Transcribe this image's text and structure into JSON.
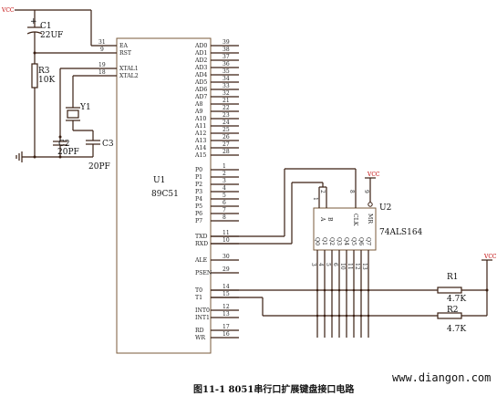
{
  "vcc_label": "VCC",
  "u1": {
    "ref": "U1",
    "part": "89C51",
    "left_pins": [
      {
        "name": "EA",
        "num": "31"
      },
      {
        "name": "RST",
        "num": "9"
      },
      {
        "name": "XTAL1",
        "num": "19"
      },
      {
        "name": "XTAL2",
        "num": "18"
      }
    ],
    "right_pins_top": [
      {
        "name": "AD0",
        "num": "39"
      },
      {
        "name": "AD1",
        "num": "38"
      },
      {
        "name": "AD2",
        "num": "37"
      },
      {
        "name": "AD3",
        "num": "36"
      },
      {
        "name": "AD4",
        "num": "35"
      },
      {
        "name": "AD5",
        "num": "34"
      },
      {
        "name": "AD6",
        "num": "33"
      },
      {
        "name": "AD7",
        "num": "32"
      },
      {
        "name": "A8",
        "num": "21"
      },
      {
        "name": "A9",
        "num": "22"
      },
      {
        "name": "A10",
        "num": "23"
      },
      {
        "name": "A11",
        "num": "24"
      },
      {
        "name": "A12",
        "num": "25"
      },
      {
        "name": "A13",
        "num": "26"
      },
      {
        "name": "A14",
        "num": "27"
      },
      {
        "name": "A15",
        "num": "28"
      }
    ],
    "right_pins_port": [
      {
        "name": "P0",
        "num": "1"
      },
      {
        "name": "P1",
        "num": "2"
      },
      {
        "name": "P2",
        "num": "3"
      },
      {
        "name": "P3",
        "num": "4"
      },
      {
        "name": "P4",
        "num": "5"
      },
      {
        "name": "P5",
        "num": "6"
      },
      {
        "name": "P6",
        "num": "7"
      },
      {
        "name": "P7",
        "num": "8"
      }
    ],
    "right_pins_serial": [
      {
        "name": "TXD",
        "num": "11"
      },
      {
        "name": "RXD",
        "num": "10"
      }
    ],
    "right_pins_ctrl": [
      {
        "name": "ALE",
        "num": "30"
      },
      {
        "name": "PSEN",
        "num": "29"
      }
    ],
    "right_pins_timer": [
      {
        "name": "T0",
        "num": "14"
      },
      {
        "name": "T1",
        "num": "15"
      }
    ],
    "right_pins_int": [
      {
        "name": "INT0",
        "num": "12"
      },
      {
        "name": "INT1",
        "num": "13"
      }
    ],
    "right_pins_rw": [
      {
        "name": "RD",
        "num": "17"
      },
      {
        "name": "WR",
        "num": "16"
      }
    ]
  },
  "u2": {
    "ref": "U2",
    "part": "74ALS164",
    "top_pins": [
      {
        "name": "A",
        "num": "1"
      },
      {
        "name": "B",
        "num": "2"
      },
      {
        "name": "CLK",
        "num": "8"
      },
      {
        "name": "MR",
        "num": "9"
      }
    ],
    "outputs": [
      {
        "name": "Q0",
        "num": "3"
      },
      {
        "name": "Q1",
        "num": "4"
      },
      {
        "name": "Q2",
        "num": "5"
      },
      {
        "name": "Q3",
        "num": "6"
      },
      {
        "name": "Q4",
        "num": "10"
      },
      {
        "name": "Q5",
        "num": "11"
      },
      {
        "name": "Q6",
        "num": "12"
      },
      {
        "name": "Q7",
        "num": "13"
      }
    ]
  },
  "components": {
    "c1_ref": "C1",
    "c1_val": "22UF",
    "r3_ref": "R3",
    "r3_val": "10K",
    "y1_ref": "Y1",
    "c2_ref": "C2",
    "c2_val": "20PF",
    "c3_ref": "C3",
    "c3_val": "20PF",
    "r1_ref": "R1",
    "r1_val": "4.7K",
    "r2_ref": "R2",
    "r2_val": "4.7K"
  },
  "caption": "图11-1 8051串行口扩展键盘接口电路",
  "watermark": "www.diangon.com"
}
